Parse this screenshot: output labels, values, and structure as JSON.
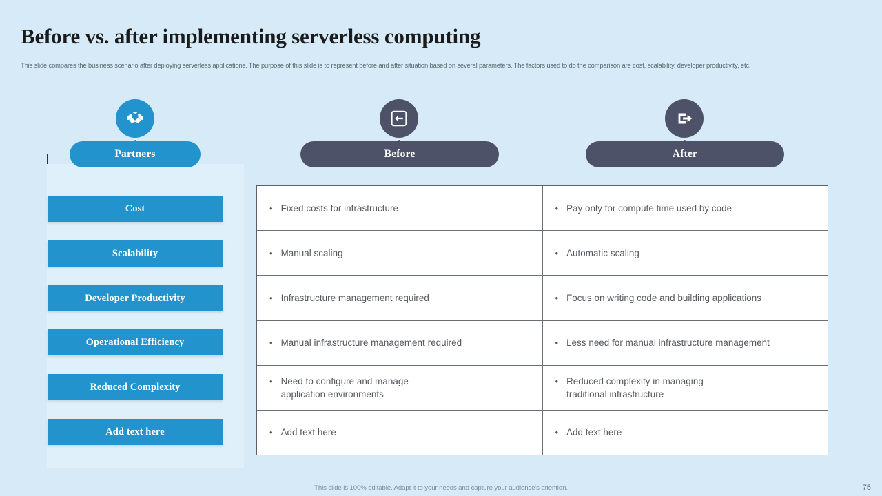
{
  "slide": {
    "title": "Before vs. after implementing serverless computing",
    "subtitle": "This slide compares the business scenario after deploying serverless applications. The purpose of this slide is to represent before and after situation based on several parameters. The factors used to do the comparison are cost, scalability, developer productivity, etc.",
    "footer_note": "This slide is 100% editable. Adapt it to your needs and capture your audience's attention.",
    "page_number": "75"
  },
  "colors": {
    "background": "#d6eaf7",
    "panel": "#e0f0fa",
    "accent_blue": "#2393cd",
    "accent_dark": "#4e5268",
    "table_border": "#6b6f7b",
    "body_text": "#55585f",
    "muted_text": "#7b909c"
  },
  "headers": [
    {
      "key": "partners",
      "label": "Partners",
      "icon": "handshake-icon",
      "theme": "blue"
    },
    {
      "key": "before",
      "label": "Before",
      "icon": "arrow-left-box-icon",
      "theme": "dark"
    },
    {
      "key": "after",
      "label": "After",
      "icon": "exit-arrow-icon",
      "theme": "dark"
    }
  ],
  "parameters": [
    {
      "label": "Cost"
    },
    {
      "label": "Scalability"
    },
    {
      "label": "Developer Productivity"
    },
    {
      "label": "Operational Efficiency"
    },
    {
      "label": "Reduced Complexity"
    },
    {
      "label": "Add text here"
    }
  ],
  "comparison_rows": [
    {
      "before": "Fixed costs for infrastructure",
      "after": "Pay only for compute time used by code"
    },
    {
      "before": "Manual scaling",
      "after": "Automatic scaling"
    },
    {
      "before": "Infrastructure  management required",
      "after": "Focus on writing code and building applications"
    },
    {
      "before": "Manual infrastructure  management required",
      "after": "Less need for manual infrastructure  management"
    },
    {
      "before": "Need to configure and manage\napplication environments",
      "after": "Reduced complexity in managing\ntraditional infrastructure"
    },
    {
      "before": "Add text here",
      "after": "Add text here"
    }
  ],
  "bullet_glyph": "•"
}
